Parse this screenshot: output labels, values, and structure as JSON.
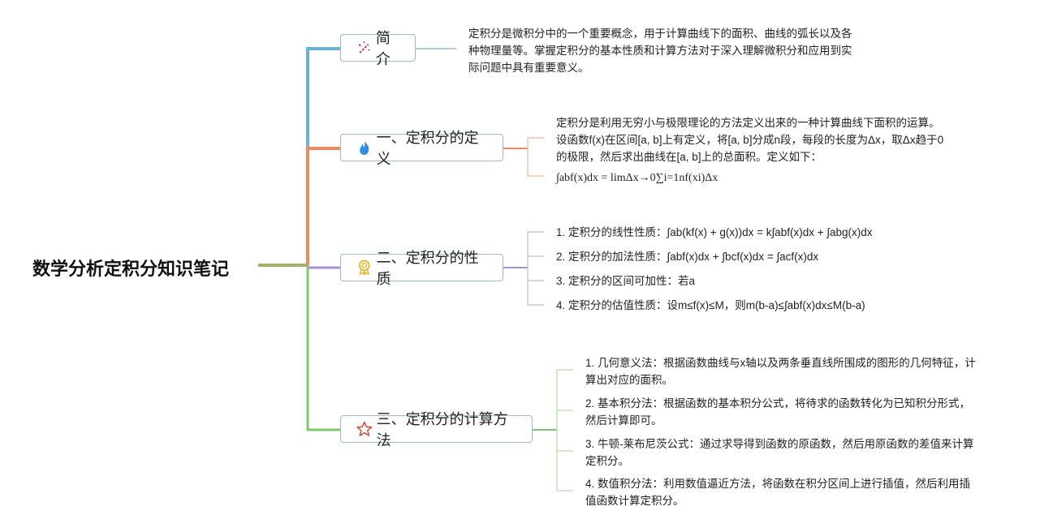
{
  "root": "数学分析定积分知识笔记",
  "colors": {
    "intro": "#6ab0d8",
    "definition": "#f08a5d",
    "properties": "#a78fd8",
    "methods": "#7dc96e",
    "root": "#a3b06a"
  },
  "branches": {
    "intro": {
      "icon": "magic-wand-icon",
      "label": "简介",
      "text": [
        "定积分是微积分中的一个重要概念，用于计算曲线下的面积、曲线的弧长以及各",
        "种物理量等。掌握定积分的基本性质和计算方法对于深入理解微积分和应用到实",
        "际问题中具有重要意义。"
      ]
    },
    "definition": {
      "icon": "fire-icon",
      "label": "一、定积分的定义",
      "text": [
        "定积分是利用无穷小与极限理论的方法定义出来的一种计算曲线下面积的运算。",
        "设函数f(x)在区间[a, b]上有定义，将[a, b]分成n段，每段的长度为Δx，取Δx趋于0",
        "的极限，然后求出曲线在[a, b]上的总面积。定义如下："
      ],
      "formula": "∫abf(x)dx = limΔx→0∑i=1nf(xi)Δx"
    },
    "properties": {
      "icon": "award-icon",
      "label": "二、定积分的性质",
      "items": [
        "1. 定积分的线性性质：∫ab(kf(x) + g(x))dx = k∫abf(x)dx + ∫abg(x)dx",
        "2. 定积分的加法性质：∫abf(x)dx + ∫bcf(x)dx = ∫acf(x)dx",
        "3. 定积分的区间可加性：若a",
        "4. 定积分的估值性质：设m≤f(x)≤M，则m(b-a)≤∫abf(x)dx≤M(b-a)"
      ]
    },
    "methods": {
      "icon": "star-icon",
      "label": "三、定积分的计算方法",
      "items": [
        [
          "1. 几何意义法：根据函数曲线与x轴以及两条垂直线所围成的图形的几何特征，计",
          "算出对应的面积。"
        ],
        [
          "2. 基本积分法：根据函数的基本积分公式，将待求的函数转化为已知积分形式，",
          "然后计算即可。"
        ],
        [
          "3. 牛顿-莱布尼茨公式：通过求导得到函数的原函数，然后用原函数的差值来计算",
          "定积分。"
        ],
        [
          "4. 数值积分法：利用数值逼近方法，将函数在积分区间上进行插值，然后利用插",
          "值函数计算定积分。"
        ]
      ]
    }
  }
}
